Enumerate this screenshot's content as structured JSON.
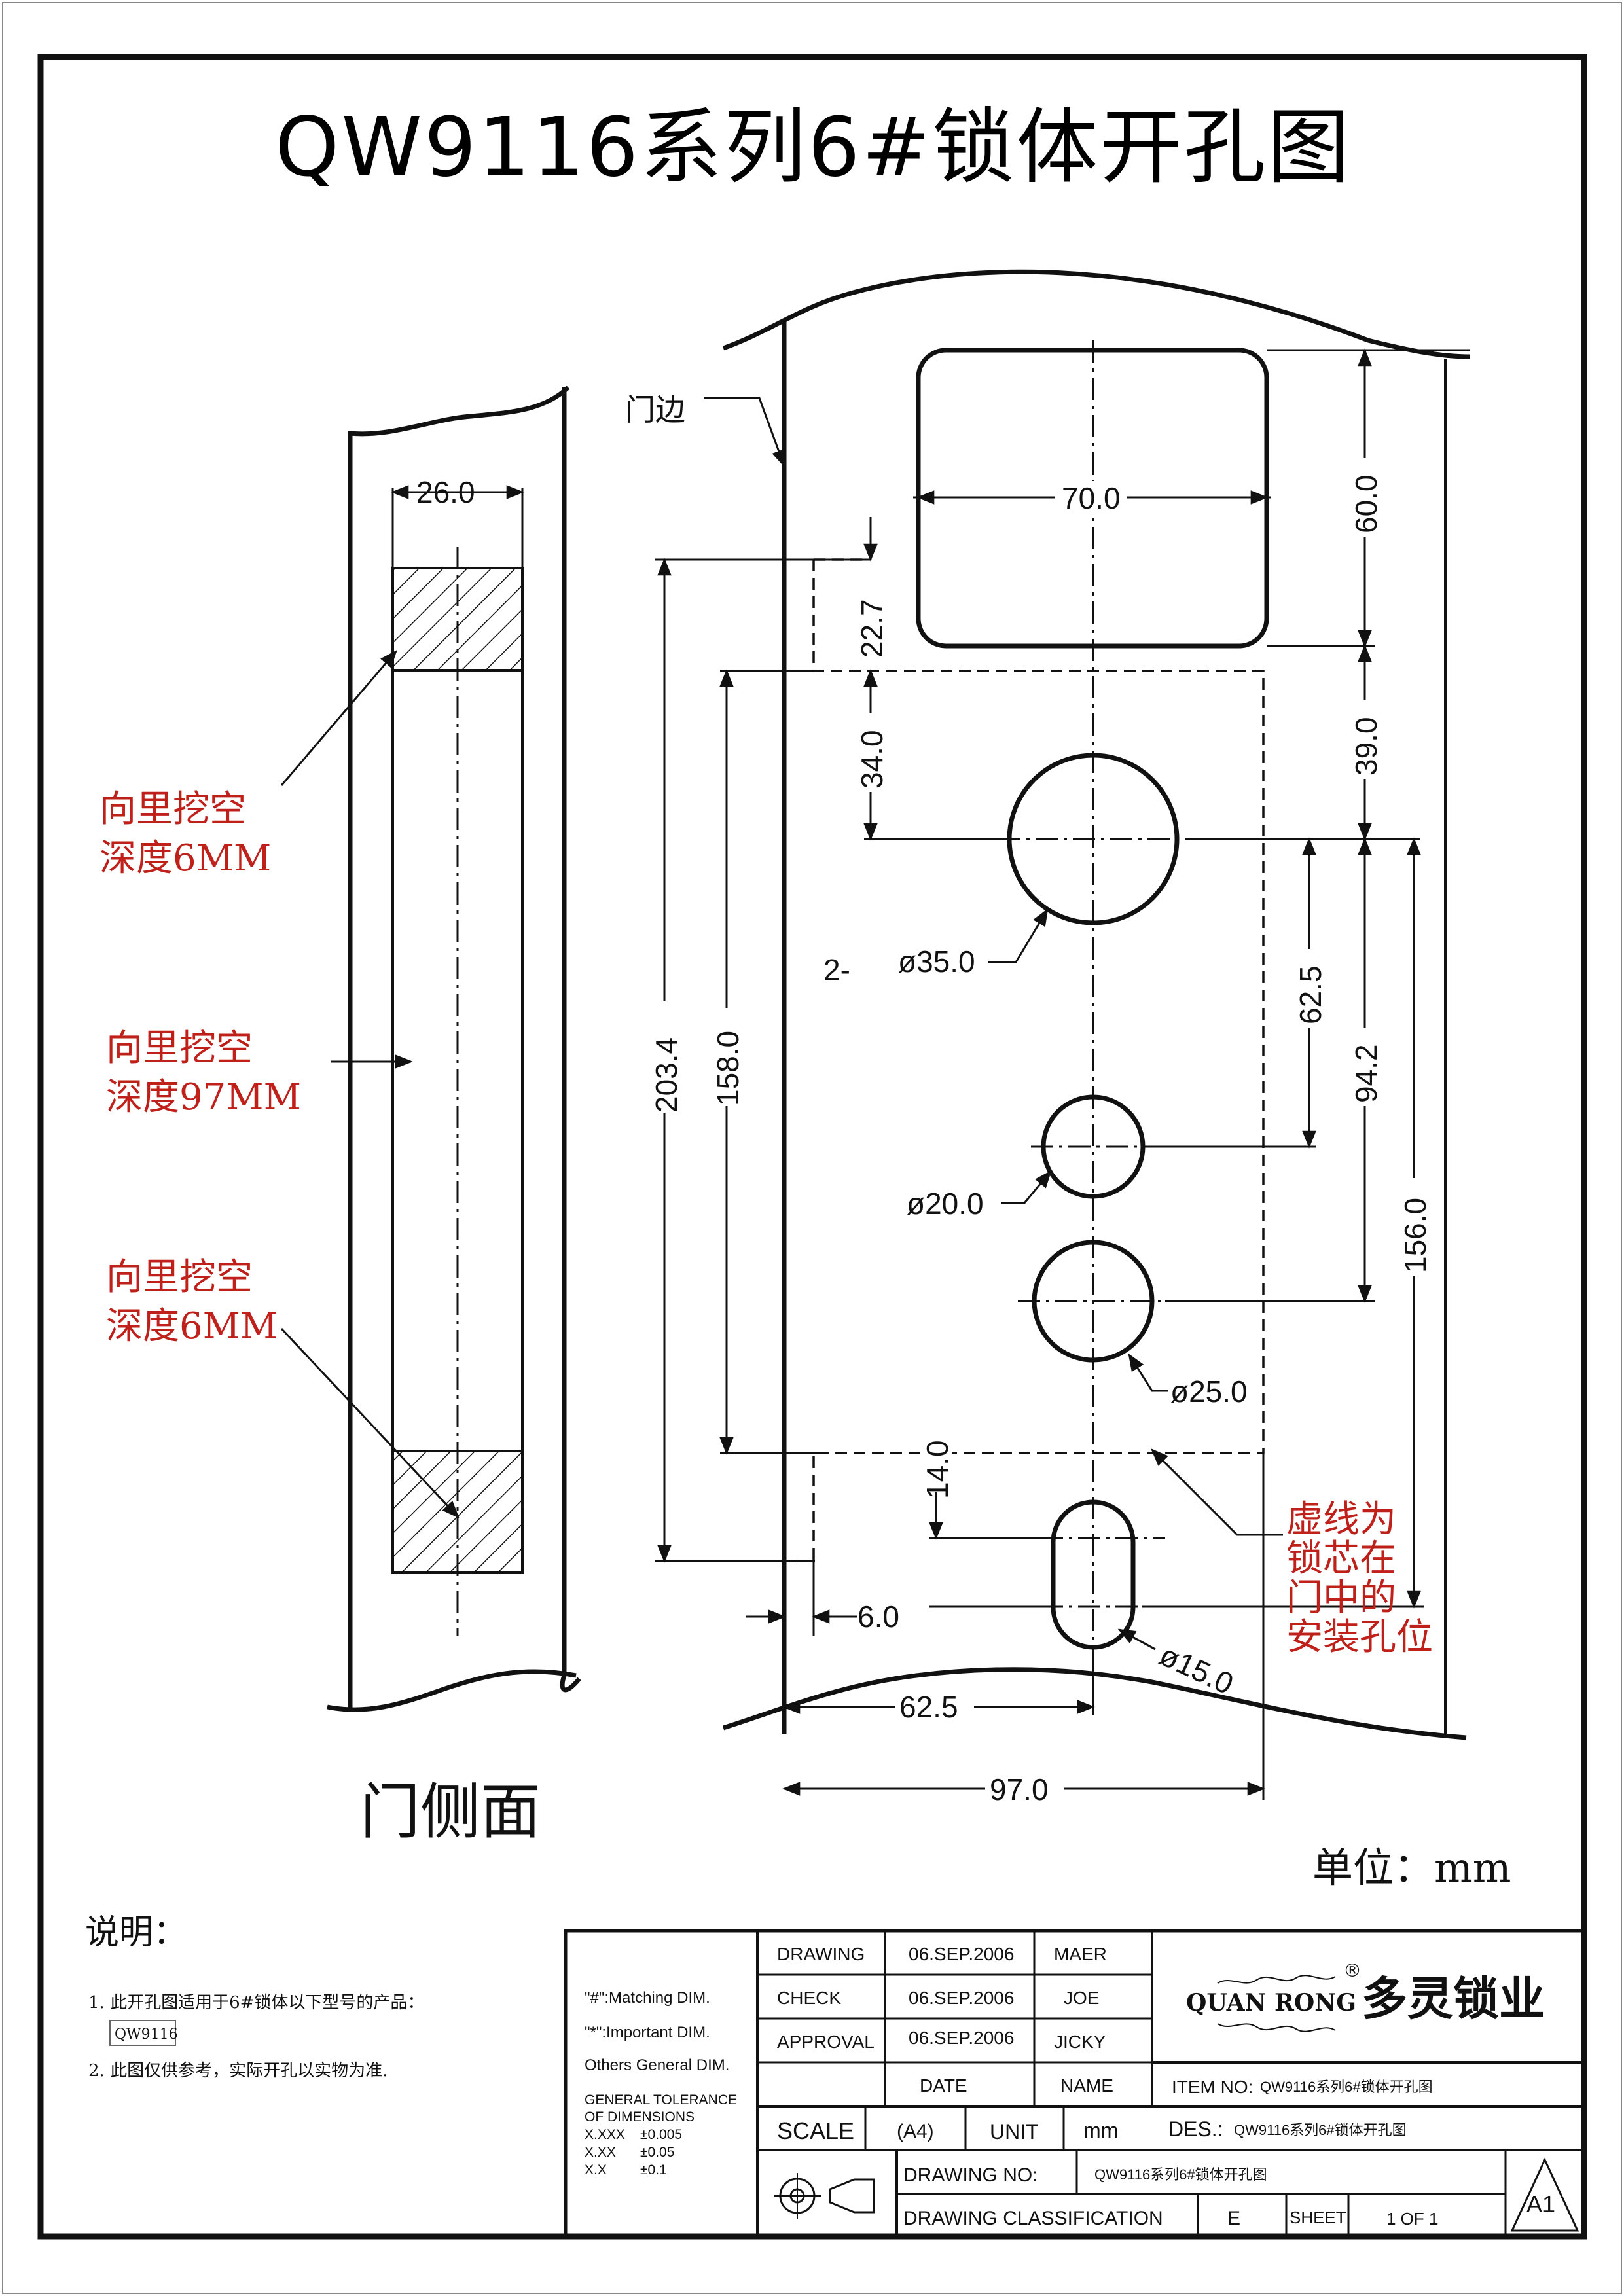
{
  "title": "QW9116系列6#锁体开孔图",
  "unit_label": "单位：mm",
  "side_view": {
    "caption": "门侧面",
    "width_dim": "26.0",
    "notes": [
      {
        "line1": "向里挖空",
        "line2": "深度6MM"
      },
      {
        "line1": "向里挖空",
        "line2": "深度97MM"
      },
      {
        "line1": "向里挖空",
        "line2": "深度6MM"
      }
    ]
  },
  "front_view": {
    "edge_label": "门边",
    "dims": {
      "w70": "70.0",
      "h60": "60.0",
      "d22_7": "22.7",
      "d34": "34.0",
      "d39": "39.0",
      "d62_5v": "62.5",
      "d94_2": "94.2",
      "d156": "156.0",
      "d158": "158.0",
      "d203_4": "203.4",
      "d14": "14.0",
      "d6": "6.0",
      "d62_5h": "62.5",
      "d97": "97.0"
    },
    "holes": {
      "d35_prefix": "2-",
      "d35": "ø35.0",
      "d20": "ø20.0",
      "d25": "ø25.0",
      "d15": "ø15.0"
    },
    "dashed_note": [
      "虚线为",
      "锁芯在",
      "门中的",
      "安装孔位"
    ]
  },
  "notes": {
    "heading": "说明：",
    "item1": "1. 此开孔图适用于6#锁体以下型号的产品：",
    "model_tag": "QW9116",
    "item2": "2. 此图仅供参考，实际开孔以实物为准."
  },
  "title_block": {
    "legend": {
      "matching": "\"#\":Matching  DIM.",
      "important": "\"*\":Important  DIM.",
      "others": "Others General  DIM.",
      "tol_head1": "GENERAL TOLERANCE",
      "tol_head2": "OF DIMENSIONS",
      "tol_rows": [
        [
          "X.XXX",
          "±0.005"
        ],
        [
          "X.XX",
          "±0.05"
        ],
        [
          "X.X",
          "±0.1"
        ]
      ]
    },
    "rows": [
      {
        "role": "DRAWING",
        "date": "06.SEP.2006",
        "name": "MAER"
      },
      {
        "role": "CHECK",
        "date": "06.SEP.2006",
        "name": "JOE"
      },
      {
        "role": "APPROVAL",
        "date": "06.SEP.2006",
        "name": "JICKY"
      }
    ],
    "date_header": "DATE",
    "name_header": "NAME",
    "scale_label": "SCALE",
    "scale_value": "(A4)",
    "unit_label": "UNIT",
    "unit_value": "mm",
    "brand_en": "QUAN RONG",
    "brand_cn": "多灵锁业",
    "registered": "®",
    "item_no_label": "ITEM NO:",
    "item_no_value": "QW9116系列6#锁体开孔图",
    "des_label": "DES.:",
    "des_value": "QW9116系列6#锁体开孔图",
    "drawing_no_label": "DRAWING  NO:",
    "drawing_no_value": "QW9116系列6#锁体开孔图",
    "classification_label": "DRAWING  CLASSIFICATION",
    "classification_value": "E",
    "sheet_label": "SHEET",
    "sheet_value": "1 OF 1",
    "revision": "A1"
  }
}
